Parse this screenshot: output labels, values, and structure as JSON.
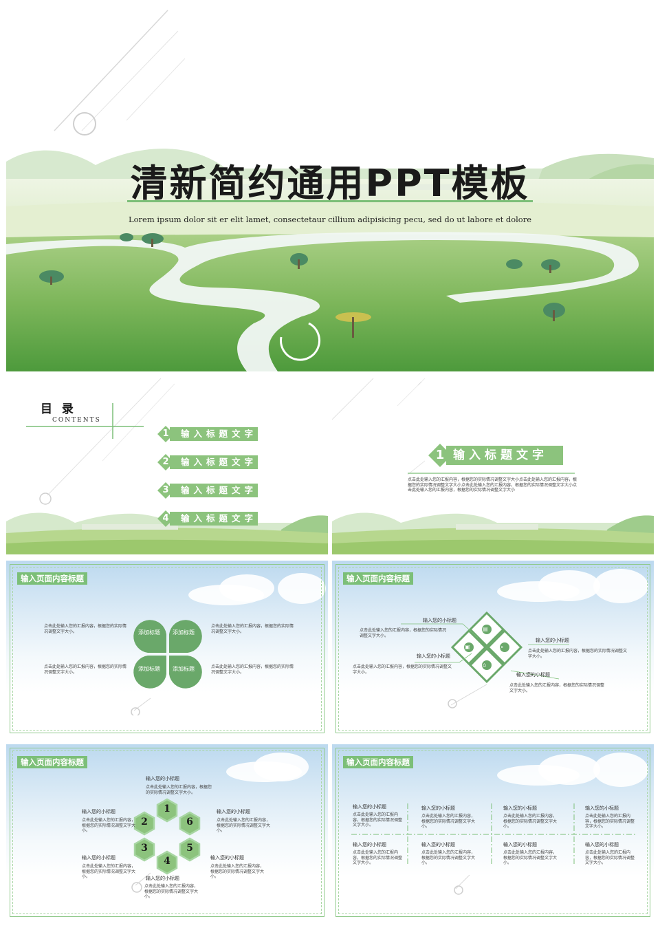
{
  "title_slide": {
    "title": "清新简约通用PPT模板",
    "subtitle": "Lorem ipsum dolor sit er elit lamet, consectetaur cillium adipisicing pecu, sed do ut labore et dolore"
  },
  "contents_slide": {
    "heading": "目 录",
    "heading_en": "CONTENTS",
    "items": [
      {
        "num": "1",
        "label": "输入标题文字"
      },
      {
        "num": "2",
        "label": "输入标题文字"
      },
      {
        "num": "3",
        "label": "输入标题文字"
      },
      {
        "num": "4",
        "label": "输入标题文字"
      }
    ]
  },
  "section_slide": {
    "num": "1",
    "label": "输入标题文字",
    "body": "点击此处输入您的汇报内容，根据您的实际情况调整文字大小点击此处输入您的汇报内容，根据您的实际情况调整文字大小点击此处输入您的汇报内容，根据您的实际情况调整文字大小点击此处输入您的汇报内容，根据您的实际情况调整文字大小"
  },
  "slide_clover": {
    "title": "输入页面内容标题",
    "petals": [
      "添加标题",
      "添加标题",
      "添加标题",
      "添加标题"
    ],
    "texts": [
      "点击此处输入您的汇报内容，根据您的实际情况调整文字大小。",
      "点击此处输入您的汇报内容，根据您的实际情况调整文字大小。",
      "点击此处输入您的汇报内容，根据您的实际情况调整文字大小。",
      "点击此处输入您的汇报内容，根据您的实际情况调整文字大小。"
    ]
  },
  "slide_diamond": {
    "title": "输入页面内容标题",
    "items": [
      {
        "subtitle": "输入您的小标题",
        "text": "点击此处输入您的汇报内容，根据您的实际情况调整文字大小。"
      },
      {
        "subtitle": "输入您的小标题",
        "text": "点击此处输入您的汇报内容，根据您的实际情况调整文字大小。"
      },
      {
        "subtitle": "输入您的小标题",
        "text": "点击此处输入您的汇报内容，根据您的实际情况调整文字大小。"
      },
      {
        "subtitle": "输入您的小标题",
        "text": "点击此处输入您的汇报内容，根据您的实际情况调整文字大小。"
      }
    ],
    "icons": [
      "document-icon",
      "search-icon",
      "wallet-icon",
      "home-icon"
    ]
  },
  "slide_hex": {
    "title": "输入页面内容标题",
    "numbers": [
      "1",
      "2",
      "3",
      "4",
      "5",
      "6"
    ],
    "items": [
      {
        "subtitle": "输入您的小标题",
        "text": "点击此处输入您的汇报内容，根据您的实际情况调整文字大小。"
      },
      {
        "subtitle": "输入您的小标题",
        "text": "点击此处输入您的汇报内容，根据您的实际情况调整文字大小。"
      },
      {
        "subtitle": "输入您的小标题",
        "text": "点击此处输入您的汇报内容，根据您的实际情况调整文字大小。"
      },
      {
        "subtitle": "输入您的小标题",
        "text": "点击此处输入您的汇报内容，根据您的实际情况调整文字大小。"
      },
      {
        "subtitle": "输入您的小标题",
        "text": "点击此处输入您的汇报内容，根据您的实际情况调整文字大小。"
      }
    ]
  },
  "slide_grid": {
    "title": "输入页面内容标题",
    "cells": [
      {
        "subtitle": "输入您的小标题",
        "text": "点击此处输入您的汇报内容，根据您的实际情况调整文字大小。"
      },
      {
        "subtitle": "输入您的小标题",
        "text": "点击此处输入您的汇报内容，根据您的实际情况调整文字大小。"
      },
      {
        "subtitle": "输入您的小标题",
        "text": "点击此处输入您的汇报内容，根据您的实际情况调整文字大小。"
      },
      {
        "subtitle": "输入您的小标题",
        "text": "点击此处输入您的汇报内容，根据您的实际情况调整文字大小。"
      },
      {
        "subtitle": "输入您的小标题",
        "text": "点击此处输入您的汇报内容，根据您的实际情况调整文字大小。"
      },
      {
        "subtitle": "输入您的小标题",
        "text": "点击此处输入您的汇报内容，根据您的实际情况调整文字大小。"
      },
      {
        "subtitle": "输入您的小标题",
        "text": "点击此处输入您的汇报内容，根据您的实际情况调整文字大小。"
      },
      {
        "subtitle": "输入您的小标题",
        "text": "点击此处输入您的汇报内容，根据您的实际情况调整文字大小。"
      }
    ]
  },
  "colors": {
    "accent": "#7cbf78",
    "accent_dark": "#5fa35c",
    "petal": "#6aa86a"
  }
}
